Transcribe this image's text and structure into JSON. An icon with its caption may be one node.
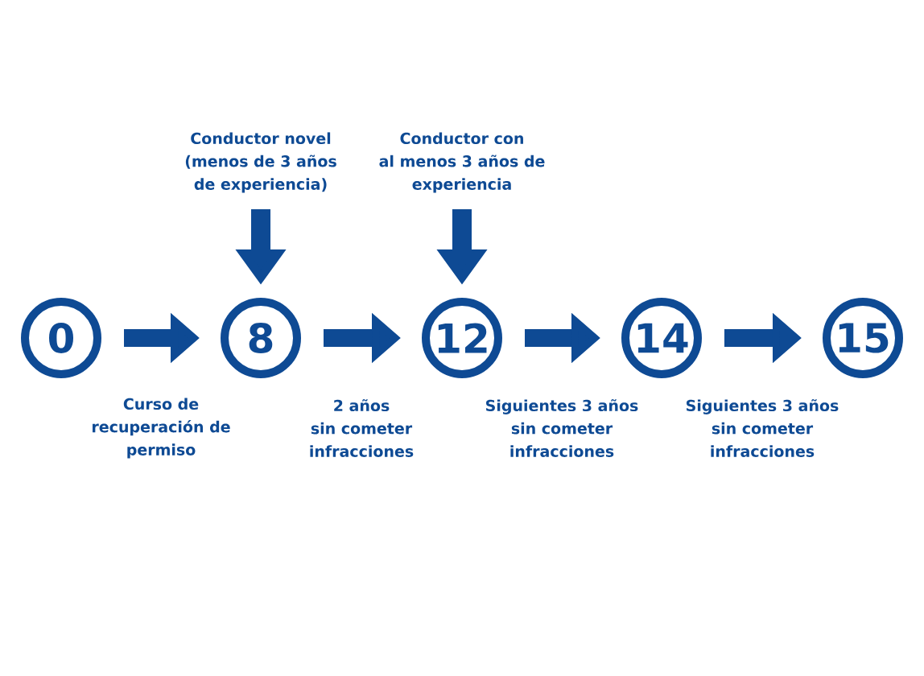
{
  "diagram": {
    "nodes": [
      {
        "text": [
          "Conductor novel (menos de 3 años de experiencia)"
        ]
      },
      {
        "text": [
          "Conductor con al menos 3 años de experiencia"
        ]
      },
      {
        "text": [
          "0"
        ]
      },
      {
        "text": [
          "8"
        ]
      },
      {
        "text": [
          "12"
        ]
      },
      {
        "text": [
          "14"
        ]
      },
      {
        "text": [
          "15"
        ]
      }
    ],
    "edges": [
      {
        "from": 0,
        "to": 3,
        "arrow": "to"
      },
      {
        "from": 1,
        "to": 4,
        "arrow": "to"
      },
      {
        "from": 2,
        "to": 3,
        "arrow": "to",
        "label": "Curso de recuperación de permiso"
      },
      {
        "from": 3,
        "to": 4,
        "arrow": "to",
        "label": "2 años sin cometer infracciones"
      },
      {
        "from": 4,
        "to": 5,
        "arrow": "to",
        "label": "Siguientes 3 años sin cometer infracciones"
      },
      {
        "from": 5,
        "to": 6,
        "arrow": "to",
        "label": "Siguientes 3 años sin cometer infracciones"
      }
    ]
  }
}
